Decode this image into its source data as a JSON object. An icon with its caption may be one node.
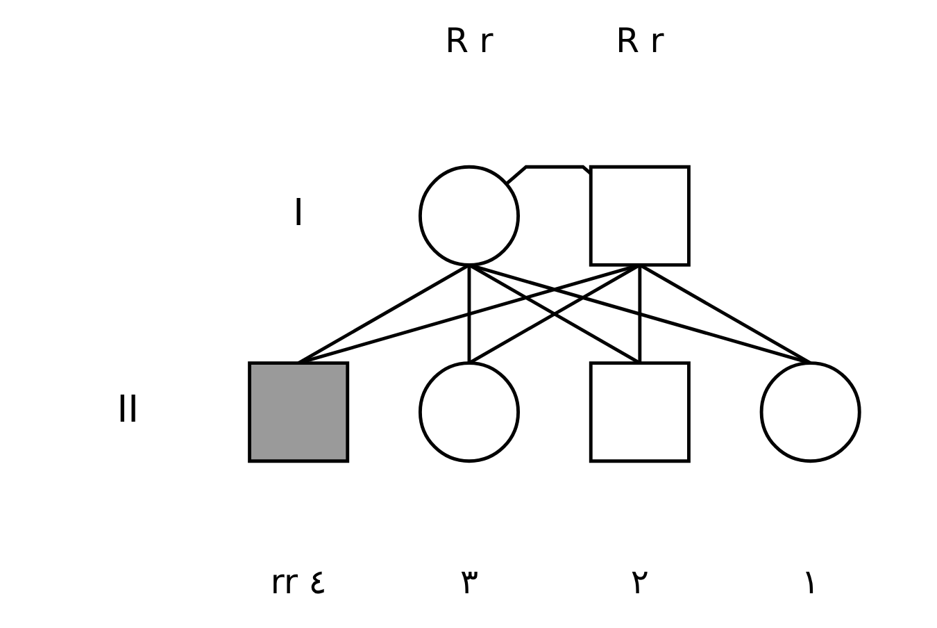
{
  "diagram": {
    "nodes": [
      {
        "text": [],
        "shape": "circle",
        "beside": [
          "R r"
        ]
      },
      {
        "text": [],
        "shape": "box",
        "beside": [
          "R r"
        ]
      },
      {
        "text": [],
        "shape": "box",
        "beside": [
          "rr",
          "٤"
        ]
      },
      {
        "text": [],
        "shape": "circle",
        "beside": [
          "٣"
        ]
      },
      {
        "text": [],
        "shape": "box",
        "beside": [
          "٢"
        ]
      },
      {
        "text": [],
        "shape": "circle",
        "beside": [
          "١"
        ]
      }
    ],
    "edges": [
      {
        "from": 0,
        "to": 1,
        "arrow": "none"
      },
      {
        "from": 0,
        "to": 2,
        "arrow": "none"
      },
      {
        "from": 1,
        "to": 2,
        "arrow": "none"
      },
      {
        "from": 0,
        "to": 3,
        "arrow": "none"
      },
      {
        "from": 1,
        "to": 3,
        "arrow": "none"
      },
      {
        "from": 0,
        "to": 4,
        "arrow": "none"
      },
      {
        "from": 1,
        "to": 4,
        "arrow": "none"
      },
      {
        "from": 0,
        "to": 5,
        "arrow": "none"
      },
      {
        "from": 1,
        "to": 5,
        "arrow": "none"
      }
    ],
    "labels": [
      "I",
      "II"
    ]
  }
}
